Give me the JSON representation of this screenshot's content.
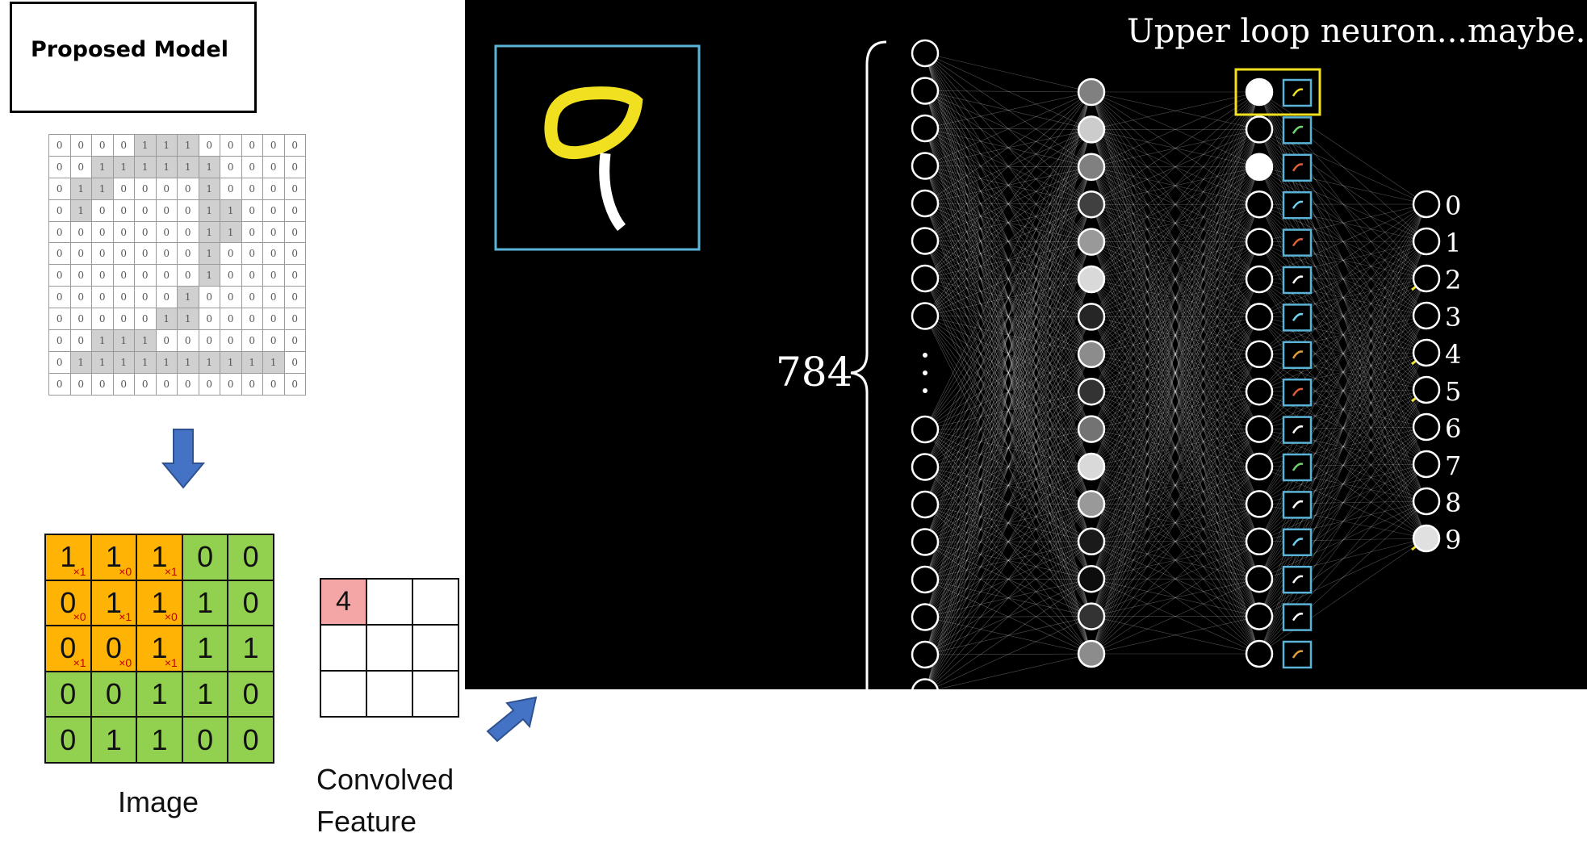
{
  "title": "Proposed Model",
  "binary_image": [
    [
      0,
      0,
      0,
      0,
      1,
      1,
      1,
      0,
      0,
      0,
      0,
      0
    ],
    [
      0,
      0,
      1,
      1,
      1,
      1,
      1,
      1,
      0,
      0,
      0,
      0
    ],
    [
      0,
      1,
      1,
      0,
      0,
      0,
      0,
      1,
      0,
      0,
      0,
      0
    ],
    [
      0,
      1,
      0,
      0,
      0,
      0,
      0,
      1,
      1,
      0,
      0,
      0
    ],
    [
      0,
      0,
      0,
      0,
      0,
      0,
      0,
      1,
      1,
      0,
      0,
      0
    ],
    [
      0,
      0,
      0,
      0,
      0,
      0,
      0,
      1,
      0,
      0,
      0,
      0
    ],
    [
      0,
      0,
      0,
      0,
      0,
      0,
      0,
      1,
      0,
      0,
      0,
      0
    ],
    [
      0,
      0,
      0,
      0,
      0,
      0,
      1,
      0,
      0,
      0,
      0,
      0
    ],
    [
      0,
      0,
      0,
      0,
      0,
      1,
      1,
      0,
      0,
      0,
      0,
      0
    ],
    [
      0,
      0,
      1,
      1,
      1,
      0,
      0,
      0,
      0,
      0,
      0,
      0
    ],
    [
      0,
      1,
      1,
      1,
      1,
      1,
      1,
      1,
      1,
      1,
      1,
      0
    ],
    [
      0,
      0,
      0,
      0,
      0,
      0,
      0,
      0,
      0,
      0,
      0,
      0
    ]
  ],
  "conv_image": [
    [
      "1",
      "1",
      "1",
      "0",
      "0"
    ],
    [
      "0",
      "1",
      "1",
      "1",
      "0"
    ],
    [
      "0",
      "0",
      "1",
      "1",
      "1"
    ],
    [
      "0",
      "0",
      "1",
      "1",
      "0"
    ],
    [
      "0",
      "1",
      "1",
      "0",
      "0"
    ]
  ],
  "kernel_weights": [
    [
      "×1",
      "×0",
      "×1"
    ],
    [
      "×0",
      "×1",
      "×0"
    ],
    [
      "×1",
      "×0",
      "×1"
    ]
  ],
  "feature_value": "4",
  "image_caption": "Image",
  "feature_caption_line1": "Convolved",
  "feature_caption_line2": "Feature",
  "network": {
    "title": "Upper loop neuron...maybe...",
    "input_count": "784",
    "output_labels": [
      "0",
      "1",
      "2",
      "3",
      "4",
      "5",
      "6",
      "7",
      "8",
      "9"
    ],
    "hidden1_activations": [
      0.5,
      0.8,
      0.5,
      0.25,
      0.6,
      0.85,
      0.15,
      0.55,
      0.2,
      0.45,
      0.85,
      0.6,
      0.1,
      0.05,
      0.2,
      0.55
    ],
    "hidden2_activations": [
      1,
      0,
      1,
      0,
      0,
      0,
      0,
      0,
      0,
      0,
      0,
      0,
      0,
      0,
      0,
      0
    ],
    "output_activations": [
      0,
      0,
      0,
      0,
      0,
      0,
      0,
      0,
      0,
      0.88
    ],
    "colors": {
      "highlight": "#f0e020",
      "frame": "#5ab4d8",
      "arrow": "#4472c4",
      "orange": "#ffb405",
      "green": "#92d050",
      "pink": "#f4a6a6"
    }
  }
}
